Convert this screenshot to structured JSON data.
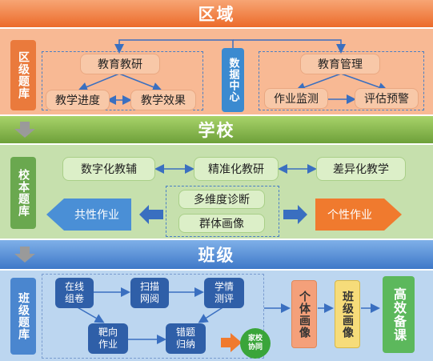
{
  "region": {
    "title": "区域",
    "sidebar": "区级题库",
    "data_center": "数据中心",
    "left_group": {
      "top": "教育教研",
      "items": [
        "教学进度",
        "教学效果"
      ]
    },
    "right_group": {
      "top": "教育管理",
      "items": [
        "作业监测",
        "评估预警"
      ]
    }
  },
  "school": {
    "title": "学校",
    "sidebar": "校本题库",
    "top_row": [
      "数字化教辅",
      "精准化教研",
      "差异化教学"
    ],
    "center_items": [
      "多维度诊断",
      "群体画像"
    ],
    "left_arrow": "共性作业",
    "right_arrow": "个性作业"
  },
  "class": {
    "title": "班级",
    "sidebar": "班级题库",
    "steps": [
      "在线组卷",
      "扫描网阅",
      "学情测评",
      "靶向作业",
      "错题归纳"
    ],
    "home_school": "家校协同",
    "portraits": [
      "个体画像",
      "班级画像"
    ],
    "result": "高效备课"
  },
  "colors": {
    "region": "#ec6b2a",
    "school": "#6ea03a",
    "class": "#3e78c8",
    "step_box": "#2f5fa8",
    "individual_portrait": "#f4a07a",
    "class_portrait": "#f6dc7a",
    "result": "#5cb85c"
  }
}
